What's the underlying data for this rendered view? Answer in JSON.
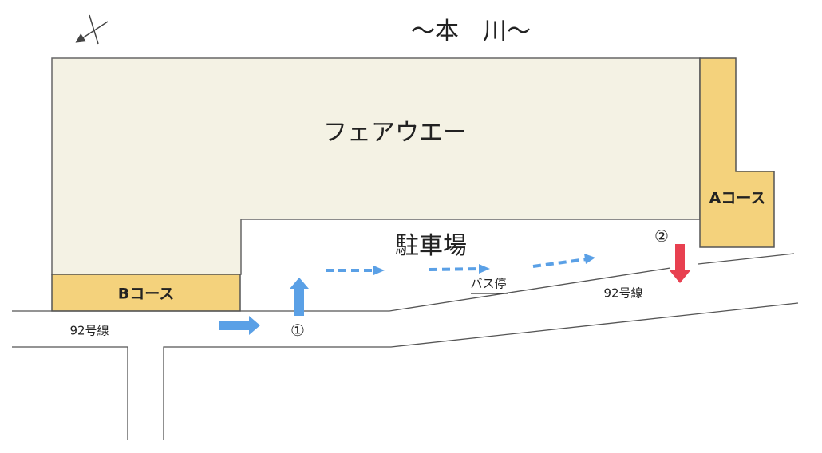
{
  "title": "〜本　川〜",
  "areas": {
    "fairway": "フェアウエー",
    "parking": "駐車場",
    "course_a": "Aコース",
    "course_b": "Bコース"
  },
  "roads": {
    "left_label": "92号線",
    "right_label": "92号線"
  },
  "bus_stop": "バス停",
  "markers": {
    "entry_1": "①",
    "entry_2": "②"
  },
  "colors": {
    "fairway": "#f4f2e4",
    "course": "#f4d27c",
    "route_arrow": "#5aa0e6",
    "exit_arrow": "#e84050",
    "line": "#555555"
  },
  "icons": [
    "north-arrow-icon"
  ]
}
